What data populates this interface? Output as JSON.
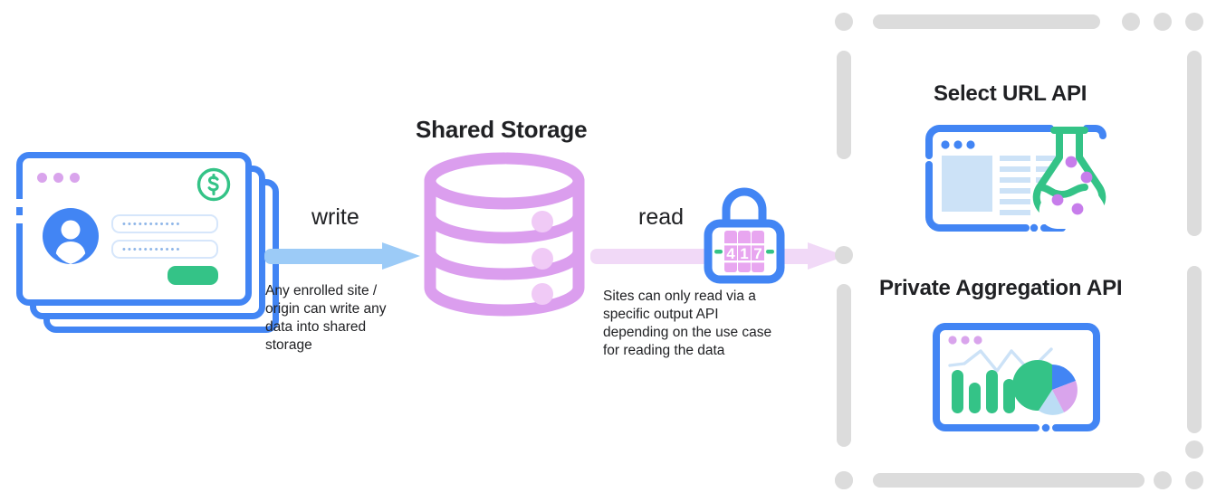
{
  "diagram": {
    "title_center": "Shared Storage",
    "write": {
      "label": "write",
      "caption": "Any enrolled site / origin can write any data into shared storage",
      "caption_lines": [
        "Any enrolled site /",
        "origin can write any",
        "data into shared",
        "storage"
      ],
      "arrow_color": "#9CCBF7"
    },
    "read": {
      "label": "read",
      "caption": "Sites can only read via a specific output API depending on the use case for reading the data",
      "caption_lines": [
        "Sites can only read via a",
        "specific output API",
        "depending on the use case",
        "for reading the data"
      ],
      "arrow_color": "#F1D9F7"
    },
    "lock": {
      "icon": "combination-lock-icon",
      "digits": [
        "4",
        "1",
        "7"
      ],
      "body_color": "#4285F4",
      "dial_color": "#E8A6F0",
      "side_dash_color": "#34C387"
    },
    "storage": {
      "icon": "database-cylinder-icon",
      "color": "#DB9EEE",
      "tiers": 3
    },
    "source_card": {
      "icon": "login-window-icon",
      "stack_count": 3,
      "window_dots": [
        "dot",
        "dot",
        "dot"
      ],
      "badge_icon": "dollar-circle-icon",
      "avatar_icon": "user-avatar-icon",
      "fields": [
        "•••••••••••",
        "•••••••••••"
      ],
      "submit_button": "",
      "border_color": "#4285F4",
      "accent_green": "#34C387",
      "dot_color": "#D9A4EC"
    },
    "output_panel": {
      "frame_style": "dashed-rounded",
      "frame_color": "#DCDCDC",
      "apis": [
        {
          "title": "Select URL API",
          "icon": "browser-flask-icon",
          "flask_color": "#34C387",
          "dots_color": "#C77DEB"
        },
        {
          "title": "Private Aggregation API",
          "icon": "browser-charts-icon",
          "chart_bars": 4,
          "bar_color": "#34C387",
          "pie_slices": [
            "green",
            "blue",
            "purple",
            "light-blue"
          ]
        }
      ]
    }
  }
}
